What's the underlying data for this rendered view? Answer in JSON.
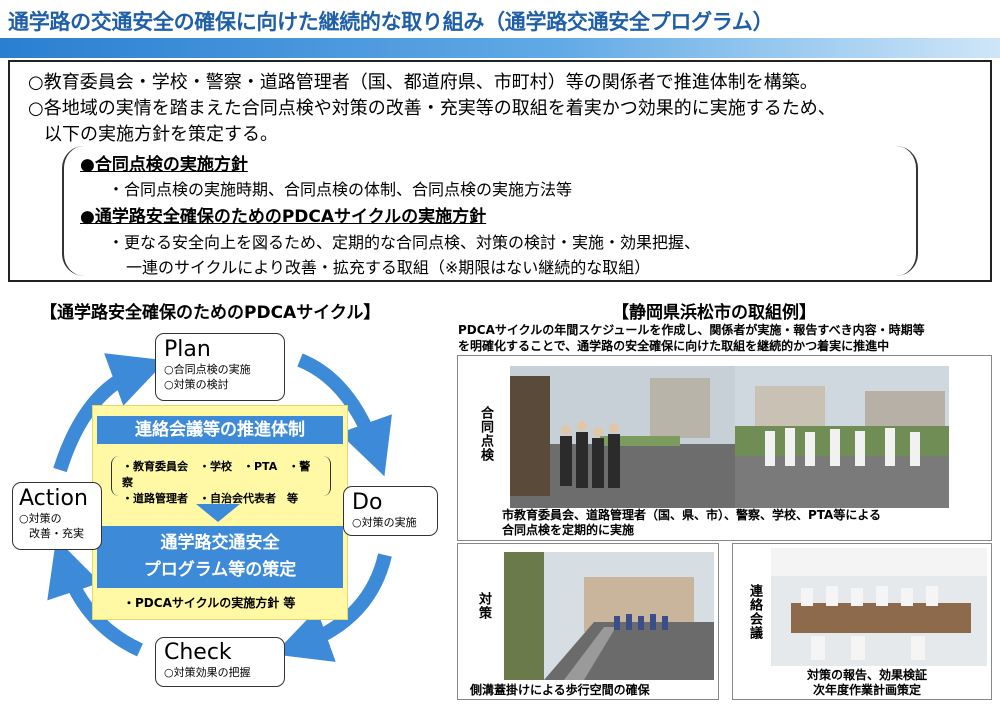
{
  "header": {
    "title": "通学路の交通安全の確保に向けた継続的な取り組み（通学路交通安全プログラム）"
  },
  "summary": {
    "line1": "○教育委員会・学校・警察・道路管理者（国、都道府県、市町村）等の関係者で推進体制を構築。",
    "line2": "○各地域の実情を踏まえた合同点検や対策の改善・充実等の取組を着実かつ効果的に実施するため、",
    "line3": "以下の実施方針を策定する。",
    "policy1_heading": "●合同点検の実施方針",
    "policy1_detail": "・合同点検の実施時期、合同点検の体制、合同点検の実施方法等",
    "policy2_heading": "●通学路安全確保のためのPDCAサイクルの実施方針",
    "policy2_detail1": "・更なる安全向上を図るため、定期的な合同点検、対策の検討・実施・効果把握、",
    "policy2_detail2": "一連のサイクルにより改善・拡充する取組（※期限はない継続的な取組）"
  },
  "pdca": {
    "section_title": "【通学路安全確保のためのPDCAサイクル】",
    "center_head": "連絡会議等の推進体制",
    "members_line1": "・教育委員会　・学校　・PTA　・警察",
    "members_line2": "・道路管理者　・自治会代表者　等",
    "program_line1": "通学路交通安全",
    "program_line2": "プログラム等の策定",
    "program_note": "・PDCAサイクルの実施方針 等",
    "plan": {
      "label": "Plan",
      "item1": "○合同点検の実施",
      "item2": "○対策の検討"
    },
    "do": {
      "label": "Do",
      "item1": "○対策の実施"
    },
    "check": {
      "label": "Check",
      "item1": "○対策効果の把握"
    },
    "action": {
      "label": "Action",
      "item1": "○対策の",
      "item2": "改善・充実"
    },
    "arrow_color": "#3d8ad8"
  },
  "example": {
    "section_title": "【静岡県浜松市の取組例】",
    "desc1": "PDCAサイクルの年間スケジュールを作成し、関係者が実施・報告すべき内容・時期等",
    "desc2": "を明確化することで、通学路の安全確保に向けた取組を継続的かつ着実に推進中",
    "inspection_label": "合同点検",
    "inspection_caption1": "市教育委員会、道路管理者（国、県、市）、警察、学校、PTA等による",
    "inspection_caption2": "合同点検を定期的に実施",
    "measure_label": "対策",
    "measure_caption": "側溝蓋掛けによる歩行空間の確保",
    "meeting_label": "連絡会議",
    "meeting_caption1": "対策の報告、効果検証",
    "meeting_caption2": "次年度作業計画策定"
  }
}
